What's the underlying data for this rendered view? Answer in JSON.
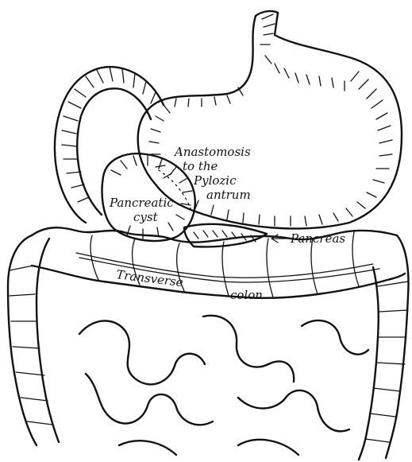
{
  "labels": {
    "anastomosis": [
      "Anastomosis",
      "to the",
      "Pylozic",
      "antrum"
    ],
    "cyst": [
      "Pancreatic",
      "cyst"
    ],
    "pancreas": "Pancreas",
    "transverse": "Transverse",
    "colon": "colon"
  },
  "colors": {
    "ink": "#111111",
    "paper": "#ffffff"
  }
}
